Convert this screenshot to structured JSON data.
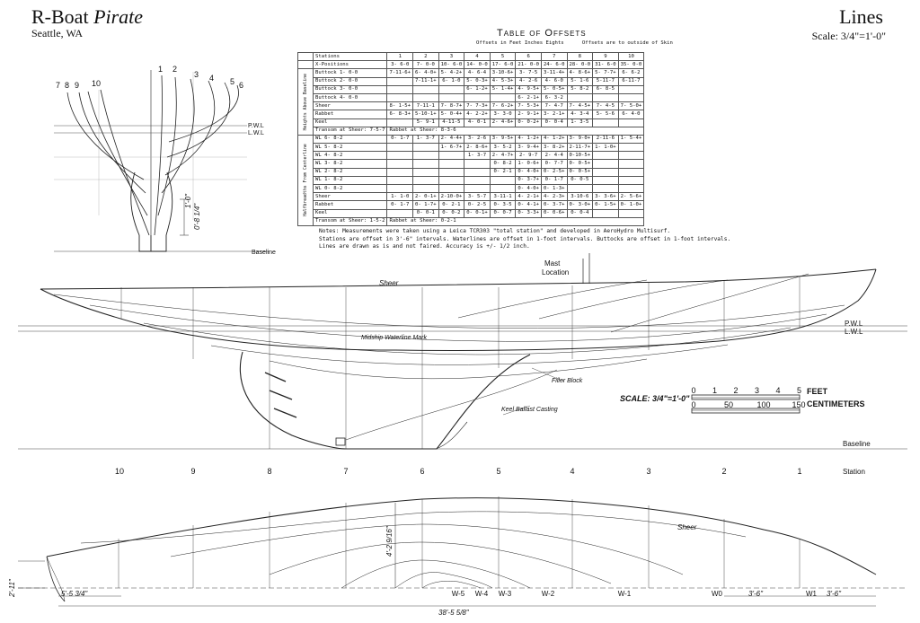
{
  "header": {
    "title_prefix": "R-Boat ",
    "title_italic": "Pirate",
    "location": "Seattle, WA",
    "sheet_title": "Lines",
    "scale": "Scale: 3/4\"=1'-0\""
  },
  "table": {
    "title": "Table of Offsets",
    "subtitle": "Offsets in Feet Inches Eights      Offsets are to outside of Skin",
    "header_row": [
      "Stations",
      "1",
      "2",
      "3",
      "4",
      "5",
      "6",
      "7",
      "8",
      "9",
      "10"
    ],
    "x_positions": [
      "X-Positions",
      "3- 6-0",
      "7- 0-0",
      "10- 6-0",
      "14- 0-0",
      "17- 6-0",
      "21- 0-0",
      "24- 6-0",
      "28- 0-0",
      "31- 6-0",
      "35- 0-0"
    ],
    "heights_label": "Heights Above Baseline",
    "heights": [
      [
        "Buttock 1- 0-0",
        "7-11-6+",
        "6- 4-0+",
        "5- 4-2+",
        "4- 6-4",
        "3-10-6+",
        "3- 7-5",
        "3-11-4+",
        "4- 8-6+",
        "5- 7-7+",
        "6- 6-2"
      ],
      [
        "Buttock 2- 0-0",
        "",
        "7-11-1+",
        "6- 1-0",
        "5- 0-3+",
        "4- 5-3+",
        "4- 2-6",
        "4- 6-0",
        "5- 1-6",
        "5-11-7",
        "6-11-7"
      ],
      [
        "Buttock 3- 0-0",
        "",
        "",
        "",
        "6- 1-2+",
        "5- 1-4+",
        "4- 9-5+",
        "5- 0-5+",
        "5- 8-2",
        "6- 8-5",
        ""
      ],
      [
        "Buttock 4- 0-0",
        "",
        "",
        "",
        "",
        "",
        "6- 2-1+",
        "6- 3-2",
        "",
        "",
        ""
      ],
      [
        "Sheer",
        "8- 1-5+",
        "7-11-1",
        "7- 8-7+",
        "7- 7-3+",
        "7- 6-2+",
        "7- 5-3+",
        "7- 4-7",
        "7- 4-5+",
        "7- 4-5",
        "7- 5-0+"
      ],
      [
        "Rabbet",
        "6- 8-3+",
        "5-10-1+",
        "5- 0-4+",
        "4- 2-2+",
        "3- 3-0",
        "2- 9-1+",
        "3- 2-1+",
        "4- 3-4",
        "5- 5-6",
        "6- 4-0"
      ],
      [
        "Keel",
        "",
        "5- 9-1",
        "4-11-5",
        "4- 0-1",
        "2- 4-6+",
        "0- 0-2+",
        "0- 0-4",
        "1- 3-5",
        "",
        ""
      ]
    ],
    "heights_transom": [
      "Transom at Sheer: 7-5-7",
      "Rabbet at Sheer: 8-3-6"
    ],
    "breadths_label": "Halfbreadths From Centerline",
    "breadths": [
      [
        "WL 6- 8-2",
        "0- 1-7",
        "1- 3-7",
        "2- 4-4+",
        "3- 2-6",
        "3- 9-5+",
        "4- 1-2+",
        "4- 1-2+",
        "3- 9-0+",
        "2-11-6",
        "1- 5-4+"
      ],
      [
        "WL 5- 8-2",
        "",
        "",
        "1- 6-7+",
        "2- 8-6+",
        "3- 5-2",
        "3- 9-4+",
        "3- 8-2+",
        "2-11-7+",
        "1- 1-0+",
        ""
      ],
      [
        "WL 4- 8-2",
        "",
        "",
        "",
        "1- 3-7",
        "2- 4-7+",
        "2- 9-7",
        "2- 4-4",
        "0-10-5+",
        "",
        ""
      ],
      [
        "WL 3- 8-2",
        "",
        "",
        "",
        "",
        "0- 8-2",
        "1- 0-6+",
        "0- 7-7",
        "0- 0-5+",
        "",
        ""
      ],
      [
        "WL 2- 8-2",
        "",
        "",
        "",
        "",
        "0- 2-1",
        "0- 4-0+",
        "0- 2-5+",
        "0- 0-5+",
        "",
        ""
      ],
      [
        "WL 1- 8-2",
        "",
        "",
        "",
        "",
        "",
        "0- 3-7+",
        "0- 1-7",
        "0- 0-5",
        "",
        ""
      ],
      [
        "WL 0- 8-2",
        "",
        "",
        "",
        "",
        "",
        "0- 4-0+",
        "0- 1-3+",
        "",
        "",
        ""
      ],
      [
        "Sheer",
        "1- 1-0",
        "2- 0-1+",
        "2-10-0+",
        "3- 5-7",
        "3-11-1",
        "4- 2-1+",
        "4- 2-3+",
        "3-10-6",
        "3- 3-6+",
        "2- 5-6+"
      ],
      [
        "Rabbet",
        "0- 1-7",
        "0- 1-7+",
        "0- 2-1",
        "0- 2-5",
        "0- 3-5",
        "0- 4-1+",
        "0- 3-7+",
        "0- 3-0+",
        "0- 1-5+",
        "0- 1-0+"
      ],
      [
        "Keel",
        "",
        "0- 0-1",
        "0- 0-2",
        "0- 0-1+",
        "0- 0-7",
        "0- 3-3+",
        "0- 0-6+",
        "0- 0-4",
        "",
        ""
      ]
    ],
    "breadths_transom": [
      "Transom at Sheer: 1-5-2",
      "Rabbet at Sheer: 0-2-1"
    ]
  },
  "notes": [
    "Notes: Measurements were taken using a Leica TCR303 \"total station\" and developed in AeroHydro Multisurf.",
    "Stations are offset in 3'-6\" intervals.  Waterlines are offset in 1-foot intervals.  Buttocks are offset in 1-foot intervals.",
    "Lines are drawn as is and not faired.  Accuracy is +/- 1/2 inch."
  ],
  "body_plan": {
    "station_labels_aft": [
      "7",
      "8",
      "9",
      "10"
    ],
    "station_labels_fwd": [
      "1",
      "2",
      "3",
      "4",
      "5",
      "6"
    ],
    "pwl": "P.W.L",
    "lwl": "L.W.L",
    "dim1": "1'-0\"",
    "dim2": "0'-8 1/4\"",
    "baseline": "Baseline"
  },
  "profile": {
    "sheer": "Sheer",
    "mast": [
      "Mast",
      "Location"
    ],
    "midship": "Midship Waterline Mark",
    "filler": "Filler Block",
    "keel": "Keel Ballast Casting",
    "pwl": "P.W.L",
    "lwl": "L.W.L",
    "baseline": "Baseline",
    "station": "Station",
    "station_numbers": [
      "10",
      "9",
      "8",
      "7",
      "6",
      "5",
      "4",
      "3",
      "2",
      "1"
    ]
  },
  "scalebar": {
    "label": "SCALE:  3/4\"=1'-0\"",
    "feet_ticks": [
      "0",
      "1",
      "2",
      "3",
      "4",
      "5"
    ],
    "feet_unit": "FEET",
    "cm_ticks": [
      "0",
      "50",
      "100",
      "150"
    ],
    "cm_unit": "CENTIMETERS"
  },
  "plan": {
    "sheer": "Sheer",
    "dim_beam": "4'-2 9/16\"",
    "dim_left": "2'-11\"",
    "dim_overhang": "5'-5 3/4\"",
    "dim_length": "38'-5 5/8\"",
    "wl_labels": [
      "W-5",
      "W-4",
      "W-3",
      "W-2",
      "W-1",
      "W0",
      "W1"
    ],
    "dim_station": "3'-6\"",
    "dim_end": "3'-6\""
  }
}
